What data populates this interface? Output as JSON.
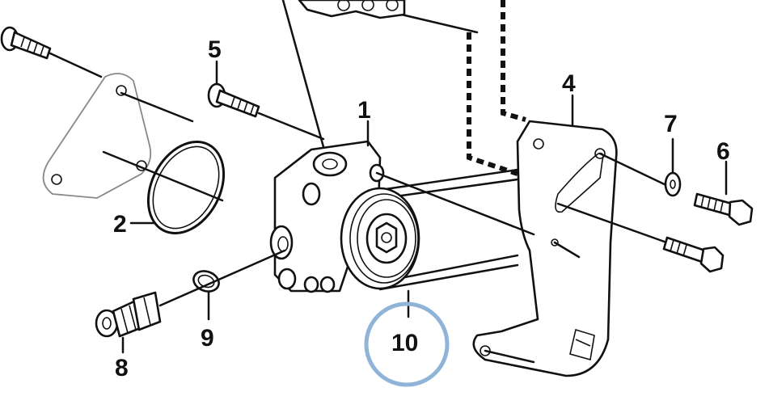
{
  "callouts": {
    "p1": "1",
    "p2": "2",
    "p4": "4",
    "p5": "5",
    "p6": "6",
    "p7": "7",
    "p8": "8",
    "p9": "9",
    "p10": "10"
  },
  "highlight": {
    "target": "10",
    "color": "#8fb4d8"
  }
}
